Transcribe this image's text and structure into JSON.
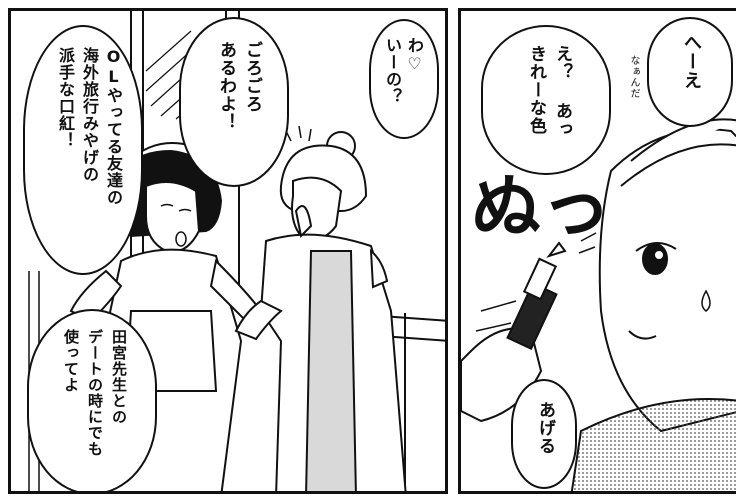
{
  "panels": [
    {
      "balloons": [
        {
          "text": "わ♡\nいーの？"
        },
        {
          "text": "ごろごろ\nあるわよ！"
        },
        {
          "text": "OLやってる友達の\n海外旅行みやげの\n派手な口紅！"
        },
        {
          "text": "田宮先生との\nデートの時にでも\n使ってよ"
        }
      ]
    },
    {
      "balloons": [
        {
          "text": "へーえ"
        },
        {
          "text": "え？ あっ\nきれーな色"
        },
        {
          "text": "あげる"
        }
      ],
      "small_text": "なぁんだ",
      "sfx": "ぬっ"
    }
  ],
  "colors": {
    "ink": "#111111",
    "paper": "#ffffff",
    "screen": "#cccccc"
  }
}
